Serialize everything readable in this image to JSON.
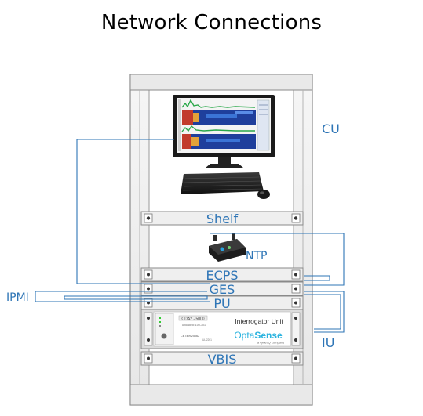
{
  "title": "Network Connections",
  "labels": {
    "cu": "CU",
    "shelf": "Shelf",
    "ntp": "NTP",
    "ecps": "ECPS",
    "ges": "GES",
    "pu": "PU",
    "vbis": "VBIS",
    "ipmi": "IPMI",
    "iu": "IU"
  },
  "interrogator": {
    "title": "Interrogator Unit",
    "brand_a": "Opta",
    "brand_b": "Sense",
    "tagline": "a QinetiQ company",
    "display_model": "ODA2 - 5000",
    "display_line2": "uploaded: 100-301",
    "serial": "CB749925062",
    "small_text": "UL 2201"
  },
  "colors": {
    "label_blue": "#2e75b6",
    "line_blue": "#2e75b6",
    "rack_fill": "#f1f1f1",
    "rack_stroke": "#8a8a8a"
  },
  "icons": [
    "monitor-icon",
    "keyboard-icon",
    "mouse-icon",
    "ntp-device-icon",
    "interrogator-unit-icon"
  ]
}
